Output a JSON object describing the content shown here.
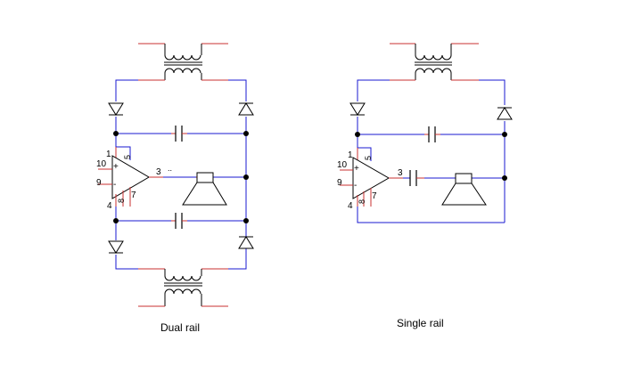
{
  "colors": {
    "wire": "#1a1ad0",
    "lead": "#c83232",
    "component": "#000000",
    "node": "#000000"
  },
  "dual_rail": {
    "caption": "Dual rail",
    "pins": {
      "p1": "1",
      "p5": "5",
      "p10": "10",
      "p9": "9",
      "p3": "3",
      "p4": "4",
      "p8": "8",
      "p7": "7",
      "plus": "+",
      "minus": "-",
      "extra": ".."
    }
  },
  "single_rail": {
    "caption": "Single rail",
    "pins": {
      "p1": "1",
      "p5": "5",
      "p10": "10",
      "p9": "9",
      "p3": "3",
      "p4": "4",
      "p8": "8",
      "p7": "7",
      "plus": "+",
      "minus": "-"
    }
  }
}
